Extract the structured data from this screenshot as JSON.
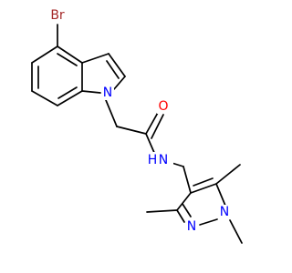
{
  "molecule": {
    "atoms": {
      "Br": {
        "text": "Br",
        "color": "#a52a2a"
      },
      "N_indole": {
        "text": "N",
        "color": "#0000ff"
      },
      "O_amide": {
        "text": "O",
        "color": "#ff0000"
      },
      "N_amide": {
        "text": "N",
        "color": "#0000ff"
      },
      "H_amide": {
        "text": "H",
        "color": "#0000ff"
      },
      "N_pyrazole_2": {
        "text": "N",
        "color": "#0000ff"
      },
      "N_pyrazole_1": {
        "text": "N",
        "color": "#0000ff"
      }
    }
  }
}
